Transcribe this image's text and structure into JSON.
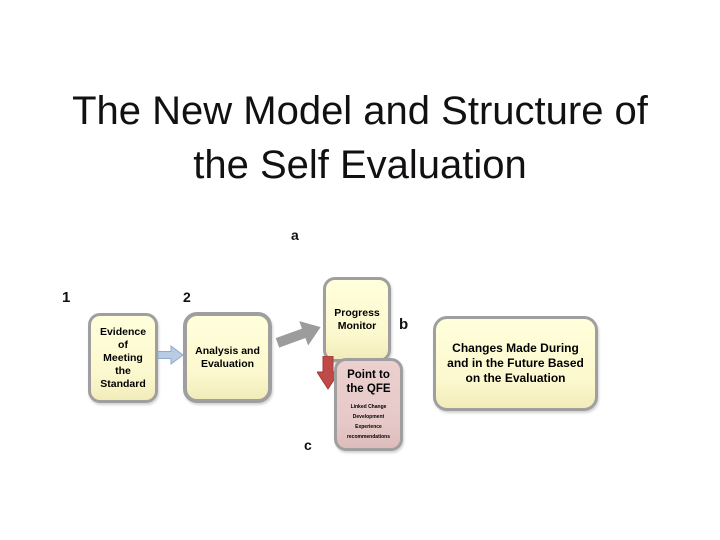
{
  "slide": {
    "title": "The New Model and Structure of\nthe Self Evaluation",
    "labels": {
      "a": "a",
      "one": "1",
      "two": "2",
      "b": "b",
      "c": "c"
    },
    "boxes": {
      "evidence": {
        "text": "Evidence\nof\nMeeting\nthe\nStandard"
      },
      "analysis": {
        "text": "Analysis and\nEvaluation"
      },
      "progress": {
        "text": "Progress\nMonitor"
      },
      "qfe": {
        "text": "Point to\nthe QFE",
        "subtext": "Linked Change\nDevelopment\nExperience\nrecommendations"
      },
      "changes": {
        "text": "Changes Made During\nand in the Future Based\non the Evaluation"
      }
    },
    "colors": {
      "background": "#ffffff",
      "title_text": "#121011",
      "box_fill": "#ffffdb",
      "box_border": "#9f9f9f",
      "qfe_fill": "#e6c9c8",
      "blue_arrow": "#b9cce4",
      "blue_arrow_outline": "#8fabca",
      "gray_arrow": "#9c9c9c",
      "red_arrow": "#bf4a47"
    }
  }
}
